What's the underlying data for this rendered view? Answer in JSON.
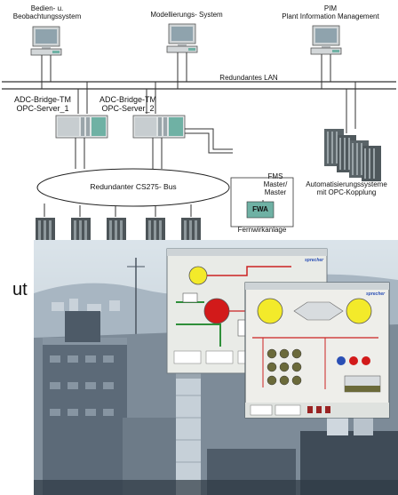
{
  "diagram": {
    "stations": [
      {
        "id": "bedien",
        "label_lines": [
          "Bedien- u.",
          "Beobachtungssystem"
        ]
      },
      {
        "id": "modellierung",
        "label_lines": [
          "Modellierungs- System"
        ]
      },
      {
        "id": "pim",
        "label_lines": [
          "PIM",
          "Plant Information Management"
        ]
      }
    ],
    "lan_label": "Redundantes LAN",
    "bridges": [
      {
        "id": "bridge1",
        "label_lines": [
          "ADC-Bridge-TM",
          "OPC-Server_1"
        ]
      },
      {
        "id": "bridge2",
        "label_lines": [
          "ADC-Bridge-TM",
          "OPC-Server_2"
        ]
      }
    ],
    "bus_label": "Redundanter CS275- Bus",
    "fms_label_lines": [
      "FMS",
      "Master/",
      "Master"
    ],
    "fwa_label": "FWA",
    "fernwirk_label": "Fernwirkanlage",
    "automation_label_lines": [
      "Automatisierungssysteme",
      "mit OPC-Kopplung"
    ]
  },
  "left_text": "ut",
  "photo": {
    "screen1_brand": "sprecher",
    "screen2_brand": "sprecher"
  },
  "colors": {
    "pump_yellow": "#f3ea2a",
    "pump_red": "#d21a1a",
    "pipe_red": "#cc2222",
    "pipe_green": "#2f8f3a",
    "tank_olive": "#6b6a3a",
    "screen_bg": "#e9ebe7",
    "rack_teal": "#6fb1a4"
  }
}
